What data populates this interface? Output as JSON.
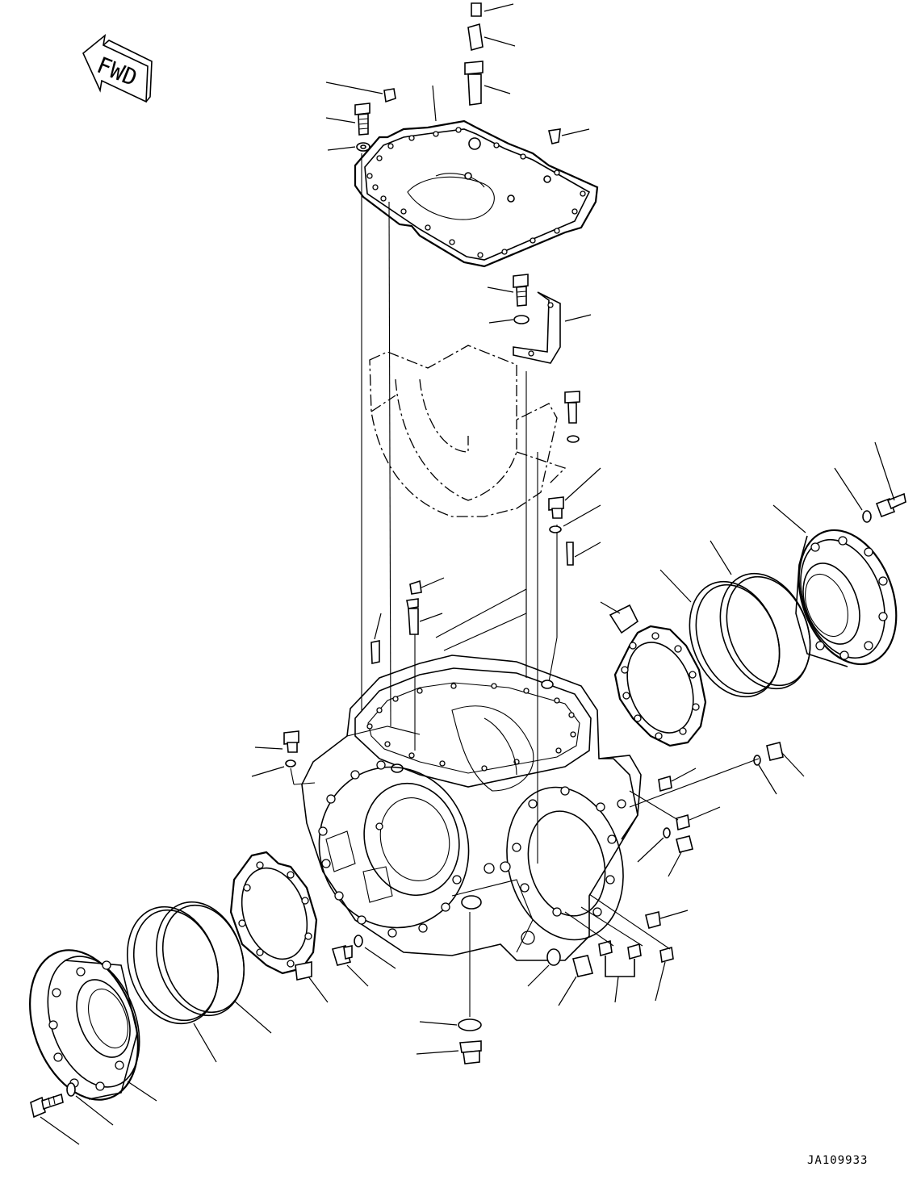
{
  "diagram": {
    "type": "exploded-parts-view",
    "orientation_label": "FWD",
    "drawing_number": "JA109933"
  }
}
